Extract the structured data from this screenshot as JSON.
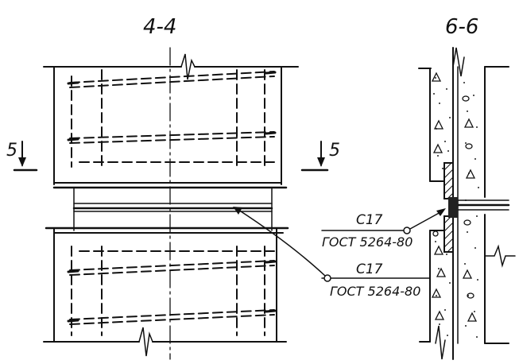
{
  "sections": {
    "left_title": "4-4",
    "right_title": "6-6"
  },
  "cut_marks": {
    "left": "5",
    "right": "5"
  },
  "callouts": [
    {
      "mark": "С17",
      "standard": "ГОСТ 5264-80"
    },
    {
      "mark": "С17",
      "standard": "ГОСТ 5264-80"
    }
  ]
}
